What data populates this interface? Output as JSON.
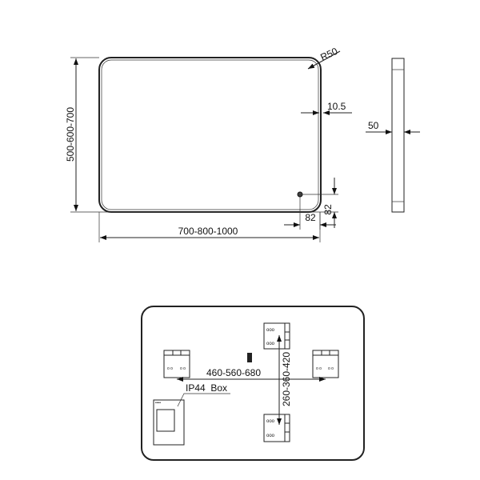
{
  "front_view": {
    "height_label": "500-600-700",
    "width_label": "700-800-1000",
    "radius_label": "R50",
    "frame_label": "10.5",
    "sensor_v_label": "82",
    "sensor_h_label": "82"
  },
  "side_view": {
    "depth_label": "50"
  },
  "back_view": {
    "horizontal_label": "460-560-680",
    "vertical_label": "260-360-420",
    "box_label": "IP44  Box"
  },
  "colors": {
    "line": "#222222",
    "background": "#ffffff"
  }
}
